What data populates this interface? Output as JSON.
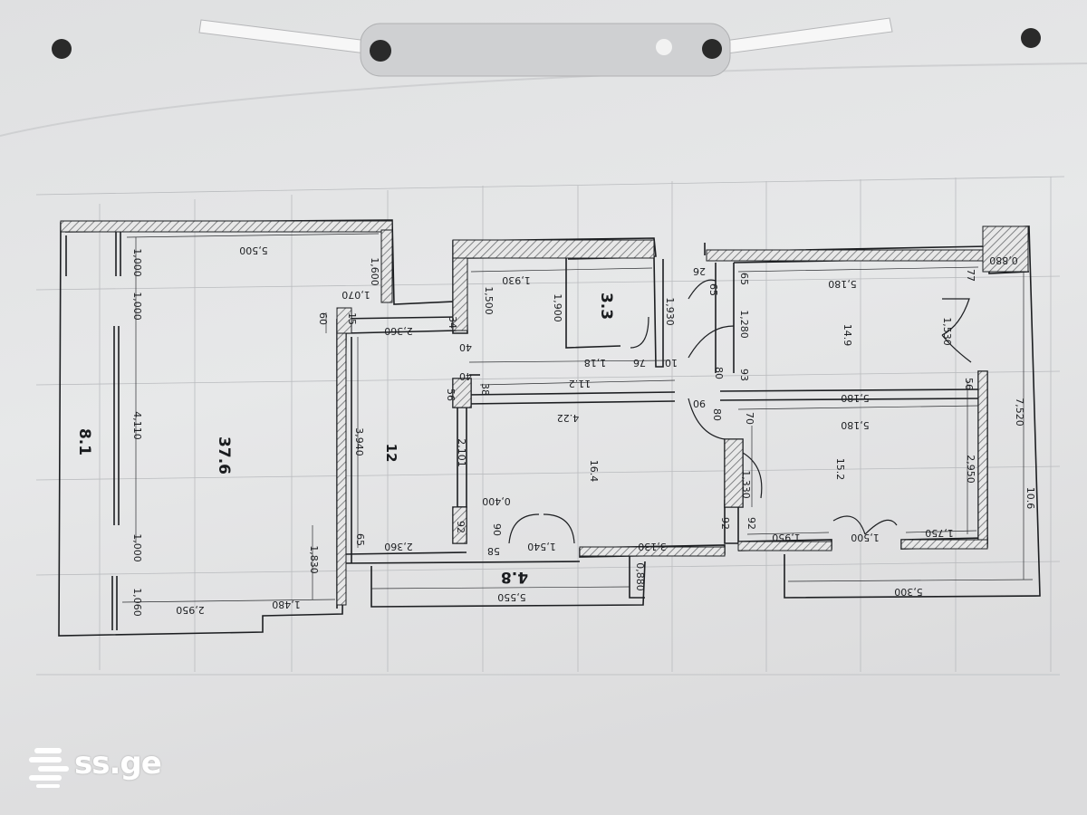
{
  "plan": {
    "rooms": [
      {
        "id": "room-376",
        "label": "37.6"
      },
      {
        "id": "room-81",
        "label": "8.1"
      },
      {
        "id": "room-12",
        "label": "12"
      },
      {
        "id": "room-33",
        "label": "3.3"
      },
      {
        "id": "room-112",
        "label": "11.2"
      },
      {
        "id": "room-164",
        "label": "16.4"
      },
      {
        "id": "room-48",
        "label": "4.8"
      },
      {
        "id": "room-149",
        "label": "14.9"
      },
      {
        "id": "room-152",
        "label": "15.2"
      },
      {
        "id": "room-106",
        "label": "10.6"
      }
    ],
    "dimensions": [
      "5,500",
      "1,000",
      "1,000",
      "4,110",
      "1,000",
      "1,060",
      "2,950",
      "1,480",
      "1,830",
      "1,600",
      "1,070",
      "60",
      "15",
      "2,360",
      "34",
      "3,940",
      "65",
      "2,360",
      "1,930",
      "1,500",
      "1,900",
      "1,930",
      "40",
      "1,18",
      "76",
      "10",
      "40",
      "56",
      "38",
      "4.22",
      "2,101",
      "0,400",
      "92",
      "90",
      "58",
      "1,540",
      "3,130",
      "0,880",
      "5,550",
      "26",
      "65",
      "65",
      "1,280",
      "80",
      "93",
      "90",
      "80",
      "70",
      "5,180",
      "1,530",
      "77",
      "0,880",
      "5,180",
      "5,180",
      "56",
      "1,330",
      "2,950",
      "7,520",
      "92",
      "92",
      "1,950",
      "1,500",
      "1,750",
      "5,300"
    ]
  },
  "watermark": {
    "text": "ss.ge"
  },
  "colors": {
    "paper": "#e4e5e6",
    "ink": "#1d1f22",
    "hatch": "#6b6d70",
    "logo": "#ffffff"
  }
}
